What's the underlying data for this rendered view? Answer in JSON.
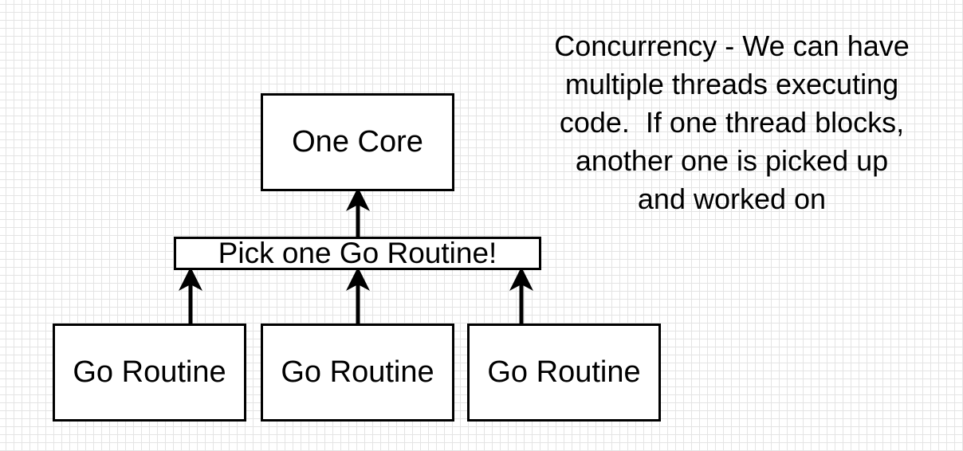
{
  "diagram": {
    "core": {
      "label": "One Core"
    },
    "scheduler": {
      "label": "Pick one Go Routine!"
    },
    "routines": [
      {
        "label": "Go Routine"
      },
      {
        "label": "Go Routine"
      },
      {
        "label": "Go Routine"
      }
    ],
    "note": {
      "lines": [
        "Concurrency - We can have",
        "multiple threads executing",
        "code.  If one thread blocks,",
        "another one is picked up",
        "and worked on"
      ]
    }
  }
}
